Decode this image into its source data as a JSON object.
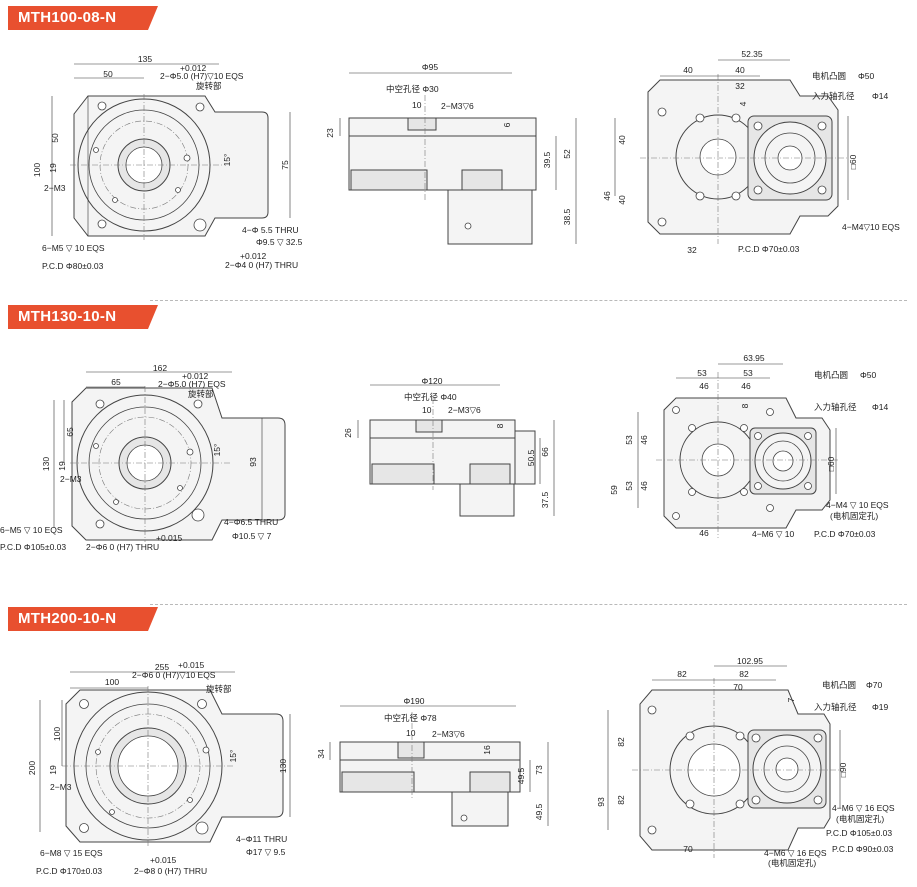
{
  "sections": [
    {
      "title": "MTH100-08-N",
      "front": {
        "width": "135",
        "left_half": "50",
        "tol_pin": "+0.012",
        "pin_holes": "2−Φ5.0 (H7)▽10 EQS",
        "rotary_label": "旋转部",
        "height_total": "100",
        "half_height": "50",
        "offset": "19",
        "side_tap": "2−M3",
        "right_height": "75",
        "angle": "15°",
        "thru_hole": "4−Φ 5.5 THRU",
        "counterbore": "Φ9.5 ▽ 32.5",
        "tol_pin2": "+0.012",
        "pin_holes2": "2−Φ4   0   (H7) THRU",
        "tap_holes": "6−M5 ▽ 10 EQS",
        "pcd": "P.C.D  Φ80±0.03"
      },
      "side": {
        "outer_dia": "Φ95",
        "hollow": "中空孔径 Φ30",
        "tap_width": "10",
        "tap": "2−M3▽6",
        "h_left": "23",
        "h_small": "6",
        "h_mid": "39.5",
        "h_total": "52",
        "h_motor": "38.5"
      },
      "rear": {
        "w1": "40",
        "w2": "40",
        "w3": "52.35",
        "w4": "32",
        "w5": "4",
        "motor_boss": "电机凸圆",
        "motor_boss_dia": "Φ50",
        "input_shaft": "入力轴孔径",
        "input_shaft_dia": "Φ14",
        "h1": "40",
        "h2": "40",
        "h3": "46",
        "square": "□60",
        "motor_tap": "4−M4▽10 EQS",
        "bottom_w": "32",
        "pcd": "P.C.D   Φ70±0.03"
      }
    },
    {
      "title": "MTH130-10-N",
      "front": {
        "width": "162",
        "left_half": "65",
        "tol_pin": "+0.012",
        "pin_holes": "2−Φ5.0 (H7) EQS",
        "rotary_label": "旋转部",
        "height_total": "130",
        "half_height": "65",
        "offset": "19",
        "side_tap": "2−M3",
        "right_height": "93",
        "angle": "15°",
        "thru_hole": "4−Φ6.5 THRU",
        "counterbore": "Φ10.5 ▽ 7",
        "tol_pin2": "+0.015",
        "pin_holes2": "2−Φ6   0  (H7) THRU",
        "tap_holes": "6−M5 ▽ 10 EQS",
        "pcd": "P.C.D  Φ105±0.03"
      },
      "side": {
        "outer_dia": "Φ120",
        "hollow": "中空孔径 Φ40",
        "tap_width": "10",
        "tap": "2−M3▽6",
        "h_left": "26",
        "h_small": "8",
        "h_mid": "50.5",
        "h_total": "66",
        "h_motor": "37.5"
      },
      "rear": {
        "w1": "53",
        "w2": "53",
        "w3": "63.95",
        "w4": "46",
        "w4b": "46",
        "w5": "8",
        "motor_boss": "电机凸圆",
        "motor_boss_dia": "Φ50",
        "input_shaft": "入力轴孔径",
        "input_shaft_dia": "Φ14",
        "h1": "53",
        "h2": "46",
        "h3": "59",
        "h4": "53",
        "h5": "46",
        "square": "□60",
        "motor_tap": "4−M4 ▽ 10 EQS",
        "motor_tap_note": "(电机固定孔)",
        "bottom_w": "46",
        "bottom_tap": "4−M6 ▽ 10",
        "pcd": "P.C.D    Φ70±0.03"
      }
    },
    {
      "title": "MTH200-10-N",
      "front": {
        "width": "255",
        "left_half": "100",
        "tol_pin": "+0.015",
        "pin_holes": "2−Φ6    0    (H7)▽10 EQS",
        "rotary_label": "旋转部",
        "height_total": "200",
        "half_height": "100",
        "offset": "19",
        "side_tap": "2−M3",
        "right_height": "130",
        "angle": "15°",
        "thru_hole": "4−Φ11 THRU",
        "counterbore": "Φ17 ▽ 9.5",
        "tol_pin2": "+0.015",
        "pin_holes2": "2−Φ8   0  (H7) THRU",
        "tap_holes": "6−M8 ▽ 15 EQS",
        "pcd": "P.C.D  Φ170±0.03"
      },
      "side": {
        "outer_dia": "Φ190",
        "hollow": "中空孔径 Φ78",
        "tap_width": "10",
        "tap": "2−M3▽6",
        "h_left": "34",
        "h_small": "16",
        "h_mid": "49.5",
        "h_total": "73",
        "h_motor": "49.5"
      },
      "rear": {
        "w1": "82",
        "w2": "82",
        "w3": "102.95",
        "w4": "70",
        "w5": "7",
        "motor_boss": "电机凸圆",
        "motor_boss_dia": "Φ70",
        "input_shaft": "入力轴孔径",
        "input_shaft_dia": "Φ19",
        "h1": "82",
        "h2": "82",
        "h3": "93",
        "square": "□90",
        "motor_tap": "4−M6 ▽ 16 EQS",
        "motor_tap_note": "(电机固定孔)",
        "pcd1": "P.C.D  Φ105±0.03",
        "pcd2": "P.C.D   Φ90±0.03",
        "bottom_w": "70",
        "bottom_tap": "4−M6 ▽ 16 EQS",
        "bottom_tap_note": "(电机固定孔)"
      }
    }
  ]
}
